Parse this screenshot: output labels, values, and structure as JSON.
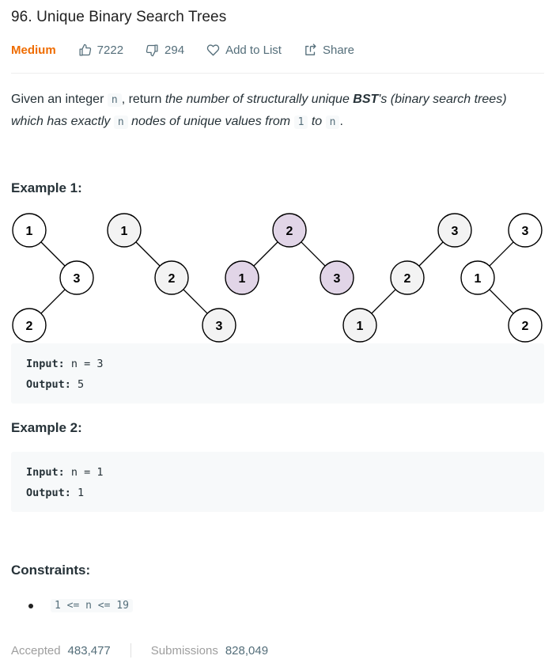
{
  "problem": {
    "title": "96. Unique Binary Search Trees",
    "difficulty": "Medium",
    "likes": "7222",
    "dislikes": "294",
    "add_to_list": "Add to List",
    "share": "Share"
  },
  "description": {
    "p1": "Given an integer ",
    "code_n": "n",
    "p2": ", return ",
    "p3": "the number of structurally unique ",
    "bst": "BST",
    "p4": "'s (binary search trees)",
    "p5": "which has exactly ",
    "p6": " nodes of unique values from ",
    "code_1": "1",
    "p7": " to ",
    "p8": "."
  },
  "example1": {
    "heading": "Example 1:",
    "input_label": "Input:",
    "input_value": "n = 3",
    "output_label": "Output:",
    "output_value": "5"
  },
  "example2": {
    "heading": "Example 2:",
    "input_label": "Input:",
    "input_value": "n = 1",
    "output_label": "Output:",
    "output_value": "1"
  },
  "constraints": {
    "heading": "Constraints:",
    "items": [
      "1 <= n <= 19"
    ]
  },
  "stats": {
    "accepted_label": "Accepted",
    "accepted_value": "483,477",
    "submissions_label": "Submissions",
    "submissions_value": "828,049"
  },
  "colors": {
    "difficulty": "#ef6c00",
    "node_fill_white": "#ffffff",
    "node_fill_gray": "#f3f3f3",
    "node_fill_purple": "#e1d5e7"
  },
  "trees": [
    {
      "nodes": [
        {
          "id": "a",
          "label": "1",
          "fill": "white"
        },
        {
          "id": "b",
          "label": "3",
          "fill": "white"
        },
        {
          "id": "c",
          "label": "2",
          "fill": "white"
        }
      ],
      "edges": [
        [
          "a",
          "b"
        ],
        [
          "b",
          "c"
        ]
      ]
    },
    {
      "nodes": [
        {
          "id": "a",
          "label": "1",
          "fill": "gray"
        },
        {
          "id": "b",
          "label": "2",
          "fill": "gray"
        },
        {
          "id": "c",
          "label": "3",
          "fill": "gray"
        }
      ],
      "edges": [
        [
          "a",
          "b"
        ],
        [
          "b",
          "c"
        ]
      ]
    },
    {
      "nodes": [
        {
          "id": "a",
          "label": "2",
          "fill": "purple"
        },
        {
          "id": "b",
          "label": "1",
          "fill": "purple"
        },
        {
          "id": "c",
          "label": "3",
          "fill": "purple"
        }
      ],
      "edges": [
        [
          "a",
          "b"
        ],
        [
          "a",
          "c"
        ]
      ]
    },
    {
      "nodes": [
        {
          "id": "a",
          "label": "3",
          "fill": "gray"
        },
        {
          "id": "b",
          "label": "2",
          "fill": "gray"
        },
        {
          "id": "c",
          "label": "1",
          "fill": "gray"
        }
      ],
      "edges": [
        [
          "a",
          "b"
        ],
        [
          "b",
          "c"
        ]
      ]
    },
    {
      "nodes": [
        {
          "id": "a",
          "label": "3",
          "fill": "white"
        },
        {
          "id": "b",
          "label": "1",
          "fill": "white"
        },
        {
          "id": "c",
          "label": "2",
          "fill": "white"
        }
      ],
      "edges": [
        [
          "a",
          "b"
        ],
        [
          "b",
          "c"
        ]
      ]
    }
  ]
}
